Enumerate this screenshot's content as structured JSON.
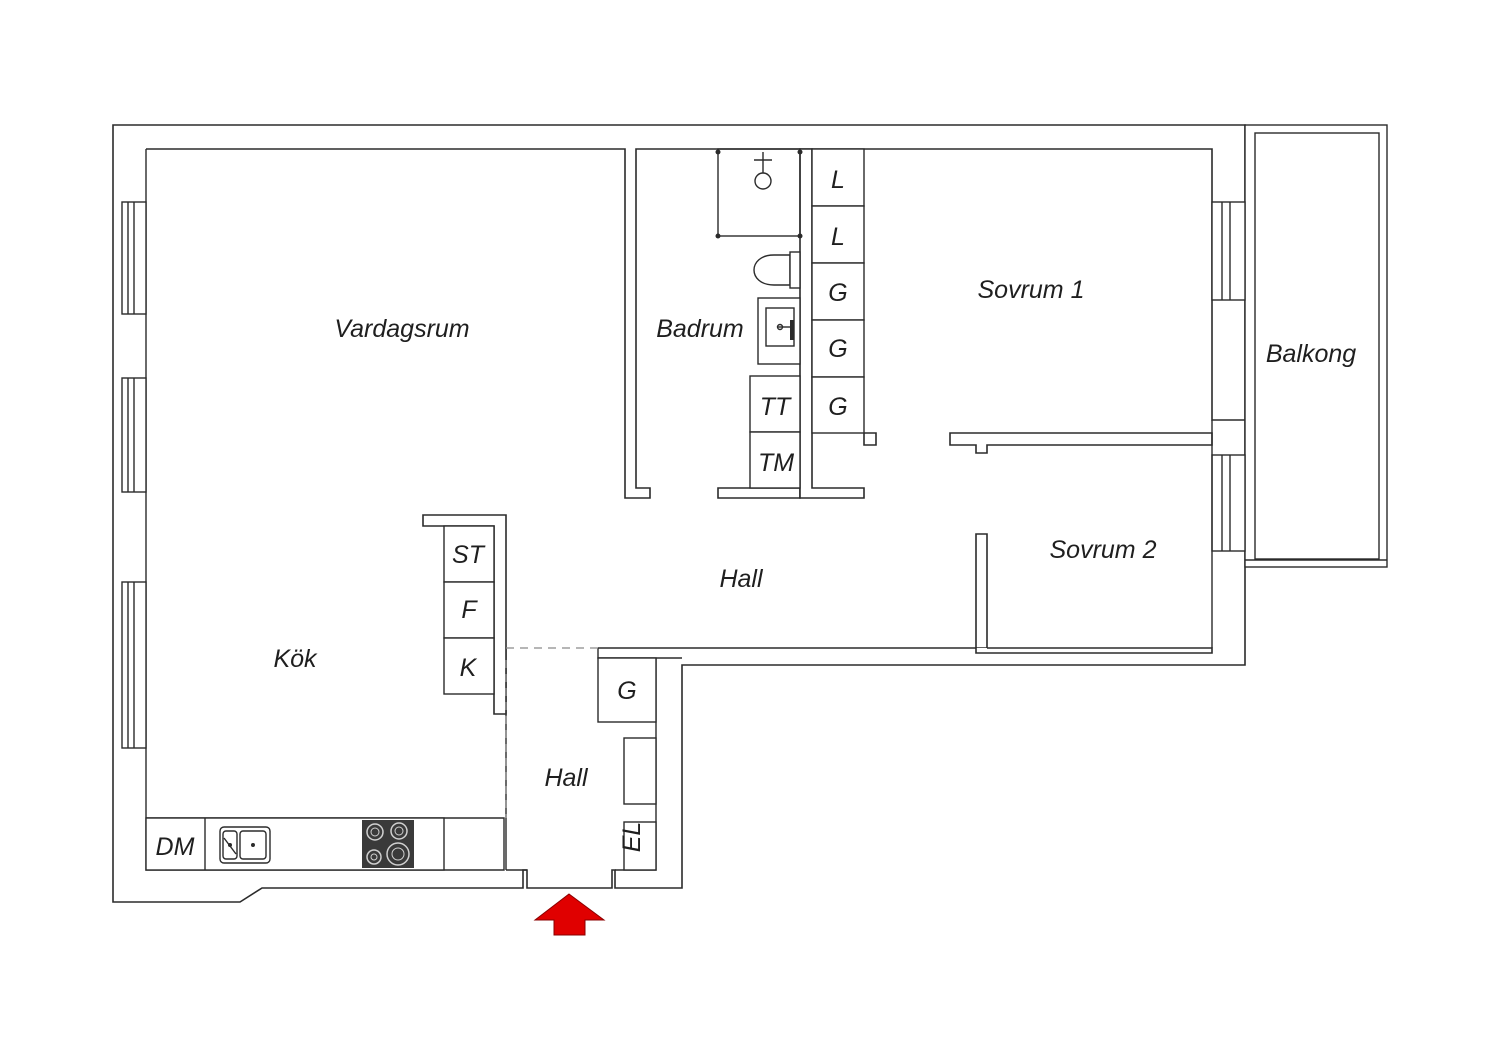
{
  "rooms": {
    "vardagsrum": "Vardagsrum",
    "badrum": "Badrum",
    "sovrum1": "Sovrum 1",
    "balkong": "Balkong",
    "hall_main": "Hall",
    "sovrum2": "Sovrum 2",
    "kok": "Kök",
    "hall_entry": "Hall"
  },
  "fixtures": {
    "wardrobe_1": "L",
    "wardrobe_2": "L",
    "wardrobe_3": "G",
    "wardrobe_4": "G",
    "wardrobe_5": "G",
    "tumble_dryer": "TT",
    "washing_machine": "TM",
    "kitchen_cab_st": "ST",
    "kitchen_cab_f": "F",
    "kitchen_cab_k": "K",
    "hall_wardrobe": "G",
    "electrical_box": "EL",
    "dishwasher": "DM"
  },
  "colors": {
    "wall": "#2b2b2b",
    "entrance_arrow": "#e00000",
    "stove": "#3a3a3a"
  },
  "icons": {
    "entrance": "red-arrow-up",
    "shower": "shower-head",
    "toilet": "toilet",
    "sink": "washbasin",
    "kitchen_sink": "double-sink",
    "stove": "four-burner-hob"
  }
}
